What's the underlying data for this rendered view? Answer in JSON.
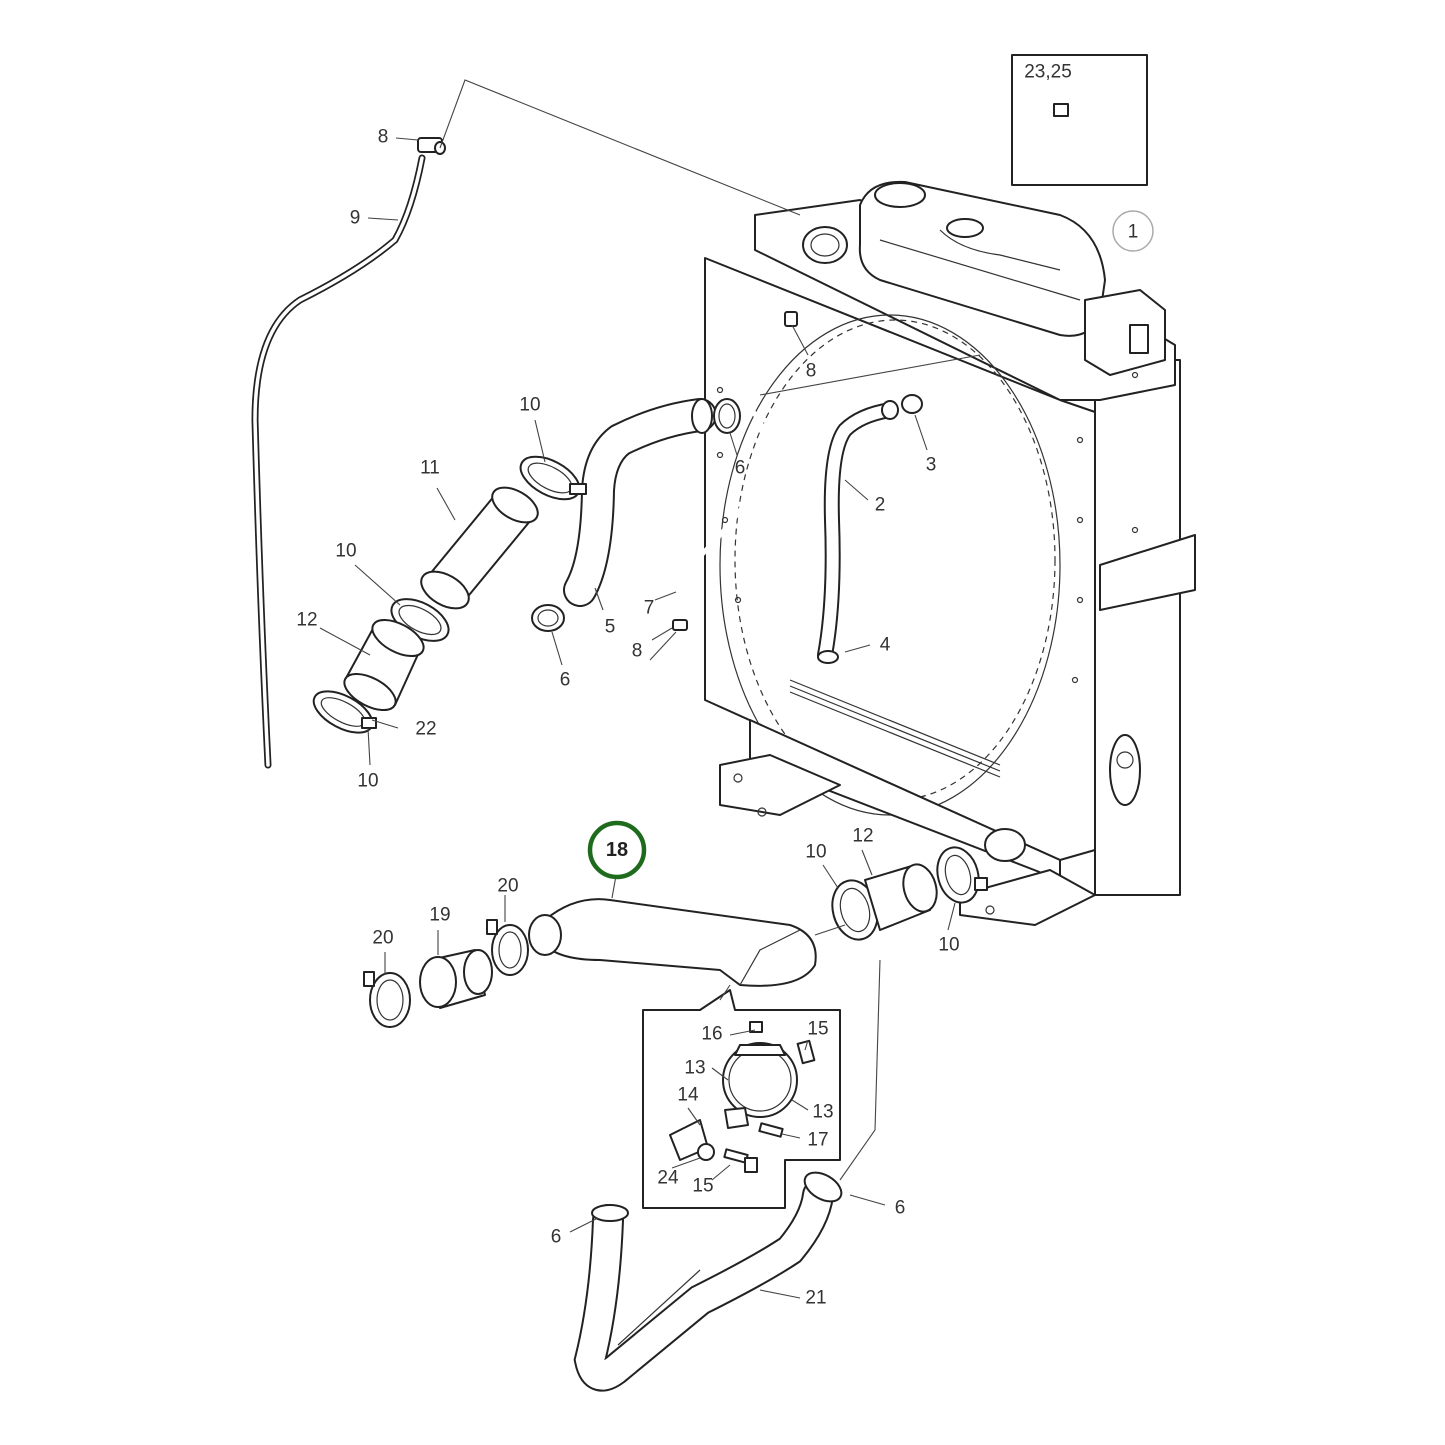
{
  "callouts": [
    {
      "id": "c1",
      "text": "1"
    },
    {
      "id": "c2",
      "text": "2"
    },
    {
      "id": "c3",
      "text": "3"
    },
    {
      "id": "c4",
      "text": "4"
    },
    {
      "id": "c5",
      "text": "5"
    },
    {
      "id": "c6a",
      "text": "6"
    },
    {
      "id": "c6b",
      "text": "6"
    },
    {
      "id": "c6c",
      "text": "6"
    },
    {
      "id": "c6d",
      "text": "6"
    },
    {
      "id": "c7",
      "text": "7"
    },
    {
      "id": "c8a",
      "text": "8"
    },
    {
      "id": "c8b",
      "text": "8"
    },
    {
      "id": "c8c",
      "text": "8"
    },
    {
      "id": "c9",
      "text": "9"
    },
    {
      "id": "c10a",
      "text": "10"
    },
    {
      "id": "c10b",
      "text": "10"
    },
    {
      "id": "c10c",
      "text": "10"
    },
    {
      "id": "c10d",
      "text": "10"
    },
    {
      "id": "c10e",
      "text": "10"
    },
    {
      "id": "c11",
      "text": "11"
    },
    {
      "id": "c12a",
      "text": "12"
    },
    {
      "id": "c12b",
      "text": "12"
    },
    {
      "id": "c13a",
      "text": "13"
    },
    {
      "id": "c13b",
      "text": "13"
    },
    {
      "id": "c14",
      "text": "14"
    },
    {
      "id": "c15a",
      "text": "15"
    },
    {
      "id": "c15b",
      "text": "15"
    },
    {
      "id": "c16",
      "text": "16"
    },
    {
      "id": "c17",
      "text": "17"
    },
    {
      "id": "c18",
      "text": "18"
    },
    {
      "id": "c19",
      "text": "19"
    },
    {
      "id": "c20a",
      "text": "20"
    },
    {
      "id": "c20b",
      "text": "20"
    },
    {
      "id": "c21",
      "text": "21"
    },
    {
      "id": "c22",
      "text": "22"
    },
    {
      "id": "c24",
      "text": "24"
    },
    {
      "id": "c2325",
      "text": "23,25"
    }
  ],
  "highlight_color": "#1e6b1e"
}
